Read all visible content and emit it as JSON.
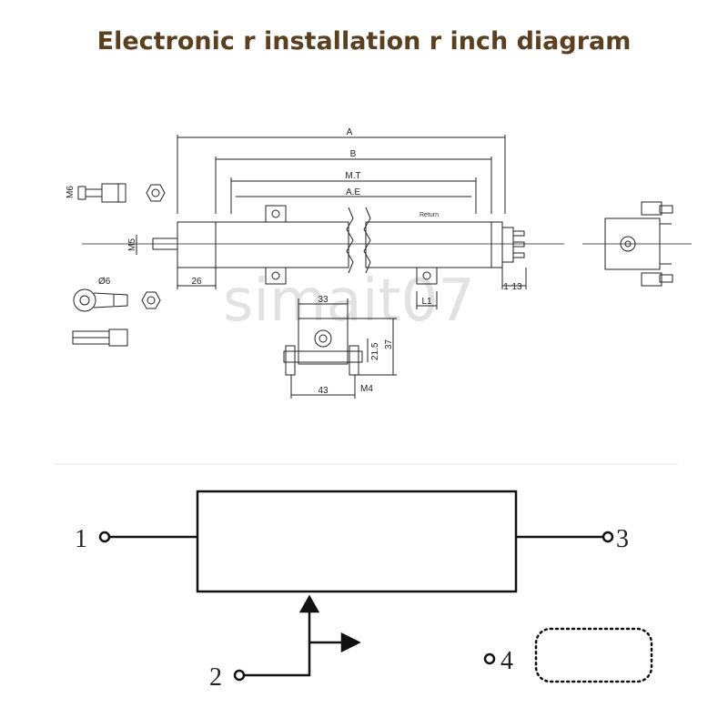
{
  "title": "Electronic r installation r inch diagram",
  "watermark": "simait07",
  "mechanical": {
    "dim_a": "A",
    "dim_b": "B",
    "dim_mt": "M.T",
    "dim_ae": "A.E",
    "return_label": "Return",
    "dim_26": "26",
    "dim_13": "13",
    "dim_1": "1",
    "dim_l1": "L1",
    "dim_33": "33",
    "dim_43": "43",
    "dim_21_5": "21.5",
    "dim_37": "37",
    "label_m6": "M6",
    "label_m5": "M5",
    "label_phi6": "Ø6",
    "label_m4": "M4"
  },
  "schematic": {
    "pin1": "1",
    "pin2": "2",
    "pin3": "3",
    "pin4": "4"
  }
}
